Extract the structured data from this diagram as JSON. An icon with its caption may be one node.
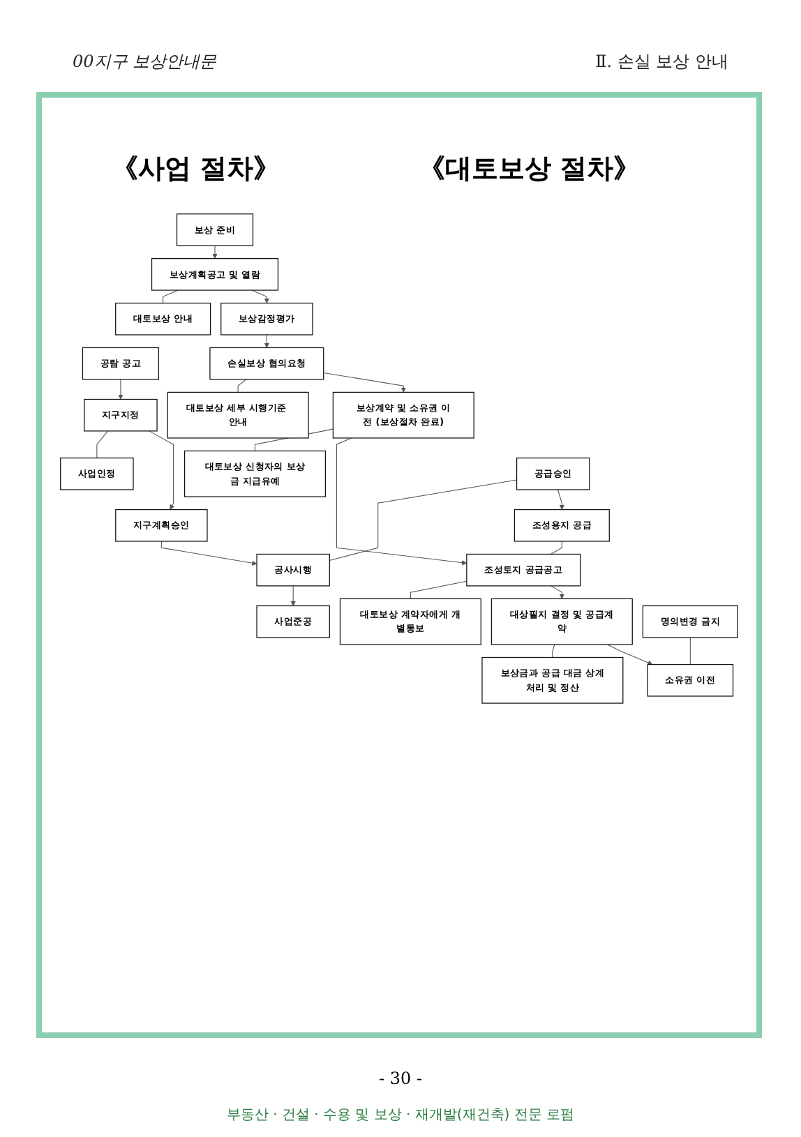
{
  "diagram": {
    "nodes": [
      {
        "text": [
          "공람 공고"
        ]
      },
      {
        "text": [
          "지구지정"
        ]
      },
      {
        "text": [
          "사업인정"
        ]
      },
      {
        "text": [
          "보상 준비"
        ]
      },
      {
        "text": [
          "보상계획공고 및 열람"
        ]
      },
      {
        "text": [
          "대토보상 안내"
        ]
      },
      {
        "text": [
          "보상감정평가"
        ]
      },
      {
        "text": [
          "손실보상 협의요청"
        ]
      },
      {
        "text": [
          "대토보상 세부 시행기준 안내"
        ]
      },
      {
        "text": [
          "보상계약 및 소유권 이전 (보상절차 완료)"
        ]
      },
      {
        "text": [
          "대토보상 신청자의 보상금 지급유예"
        ]
      },
      {
        "text": [
          "지구계획승인"
        ]
      },
      {
        "text": [
          "공급승인"
        ]
      },
      {
        "text": [
          "공사시행"
        ]
      },
      {
        "text": [
          "조성용지 공급"
        ]
      },
      {
        "text": [
          "조성토지 공급공고"
        ]
      },
      {
        "text": [
          "대토보상 계약자에게 개별통보"
        ]
      },
      {
        "text": [
          "대상필지 결정 및 공급계약"
        ]
      },
      {
        "text": [
          "보상금과 공급 대금 상계처리 및 정산"
        ]
      },
      {
        "text": [
          "사업준공"
        ]
      },
      {
        "text": [
          "명의변경 금지"
        ]
      },
      {
        "text": [
          "소유권 이전"
        ]
      }
    ],
    "edges": [
      {
        "from": 0,
        "to": 1,
        "arrow": "to"
      },
      {
        "from": 1,
        "to": 2,
        "arrow": "none"
      },
      {
        "from": 1,
        "to": 11,
        "arrow": "to"
      },
      {
        "from": 3,
        "to": 4,
        "arrow": "to"
      },
      {
        "from": 4,
        "to": 5,
        "arrow": "none"
      },
      {
        "from": 4,
        "to": 6,
        "arrow": "to"
      },
      {
        "from": 6,
        "to": 7,
        "arrow": "to"
      },
      {
        "from": 7,
        "to": 8,
        "arrow": "none"
      },
      {
        "from": 7,
        "to": 9,
        "arrow": "to"
      },
      {
        "from": 9,
        "to": 10,
        "arrow": "none"
      },
      {
        "from": 11,
        "to": 13,
        "arrow": "to"
      },
      {
        "from": 12,
        "to": 13,
        "arrow": "none"
      },
      {
        "from": 12,
        "to": 14,
        "arrow": "to"
      },
      {
        "from": 9,
        "to": 15,
        "arrow": "to"
      },
      {
        "from": 14,
        "to": 15,
        "arrow": "none"
      },
      {
        "from": 15,
        "to": 16,
        "arrow": "none"
      },
      {
        "from": 15,
        "to": 17,
        "arrow": "to"
      },
      {
        "from": 17,
        "to": 18,
        "arrow": "none"
      },
      {
        "from": 13,
        "to": 19,
        "arrow": "to"
      },
      {
        "from": 20,
        "to": 21,
        "arrow": "none"
      },
      {
        "from": 17,
        "to": 21,
        "arrow": "to"
      }
    ],
    "labels": [
      "00지구 보상안내문",
      "Ⅱ. 손실 보상 안내",
      "《사업 절차》",
      "《대토보상 절차》",
      "- 30 -",
      "부동산 · 건설 · 수용 및 보상 · 재개발(재건축) 전문 로펌"
    ]
  }
}
